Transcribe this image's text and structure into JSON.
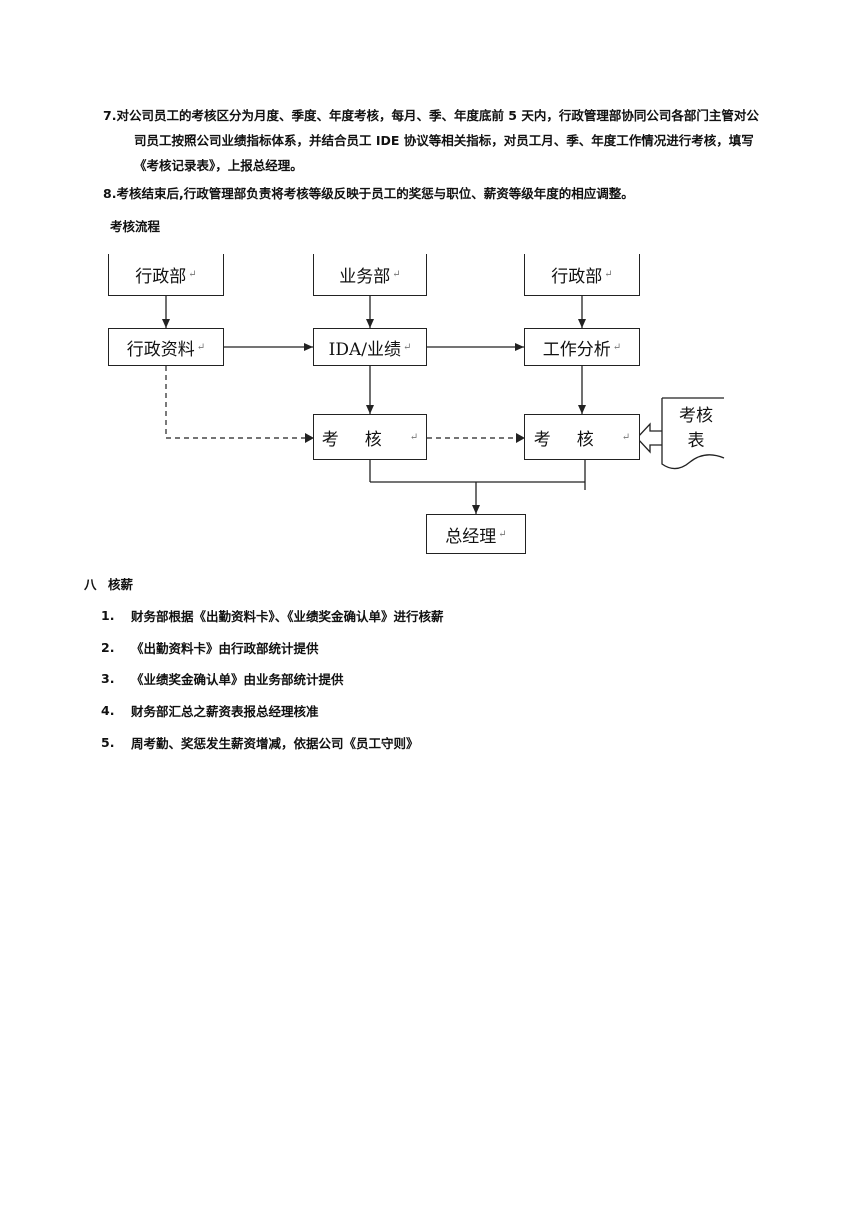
{
  "section7": {
    "line1": "7.对公司员工的考核区分为月度、季度、年度考核，每月、季、年度底前 5 天内，行政管理部协同公司各部门主管对公",
    "line2": "司员工按照公司业绩指标体系，并结合员工 IDE 协议等相关指标，对员工月、季、年度工作情况进行考核，填写",
    "line3": "《考核记录表》，上报总经理。"
  },
  "section8": "8.考核结束后,行政管理部负责将考核等级反映于员工的奖惩与职位、薪资等级年度的相应调整。",
  "flow_title": "考核流程",
  "flowchart": {
    "top_left": "行政部",
    "top_mid": "业务部",
    "top_right": "行政部",
    "mid_left": "行政资料",
    "mid_mid": "IDA/业绩",
    "mid_right": "工作分析",
    "review_left": "考核",
    "review_right": "考核",
    "form_doc": "考核表",
    "final": "总经理",
    "return_mark": "↵"
  },
  "section_salary": {
    "heading_num": "八",
    "heading": "核薪",
    "items": [
      {
        "num": "1.",
        "text": "财务部根据《出勤资料卡》、《业绩奖金确认单》进行核薪"
      },
      {
        "num": "2.",
        "text": "《出勤资料卡》由行政部统计提供"
      },
      {
        "num": "3.",
        "text": "《业绩奖金确认单》由业务部统计提供"
      },
      {
        "num": "4.",
        "text": "财务部汇总之薪资表报总经理核准"
      },
      {
        "num": "5.",
        "text": "周考勤、奖惩发生薪资增减，依据公司《员工守则》"
      }
    ]
  }
}
